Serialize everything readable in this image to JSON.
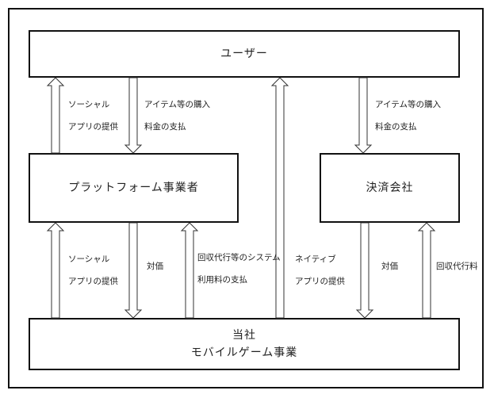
{
  "boxes": {
    "user": "ユーザー",
    "platform": "プラットフォーム事業者",
    "payment": "決済会社",
    "company_line1": "当社",
    "company_line2": "モバイルゲーム事業"
  },
  "labels": {
    "social_upper_1": "ソーシャル",
    "social_upper_2": "アプリの提供",
    "items_left_1": "アイテム等の購入",
    "items_left_2": "料金の支払",
    "items_right_1": "アイテム等の購入",
    "items_right_2": "料金の支払",
    "social_lower_1": "ソーシャル",
    "social_lower_2": "アプリの提供",
    "consideration_left": "対価",
    "system_fee_1": "回収代行等のシステム",
    "system_fee_2": "利用料の支払",
    "native_1": "ネイティブ",
    "native_2": "アプリの提供",
    "consideration_right": "対価",
    "collection_fee": "回収代行料"
  }
}
